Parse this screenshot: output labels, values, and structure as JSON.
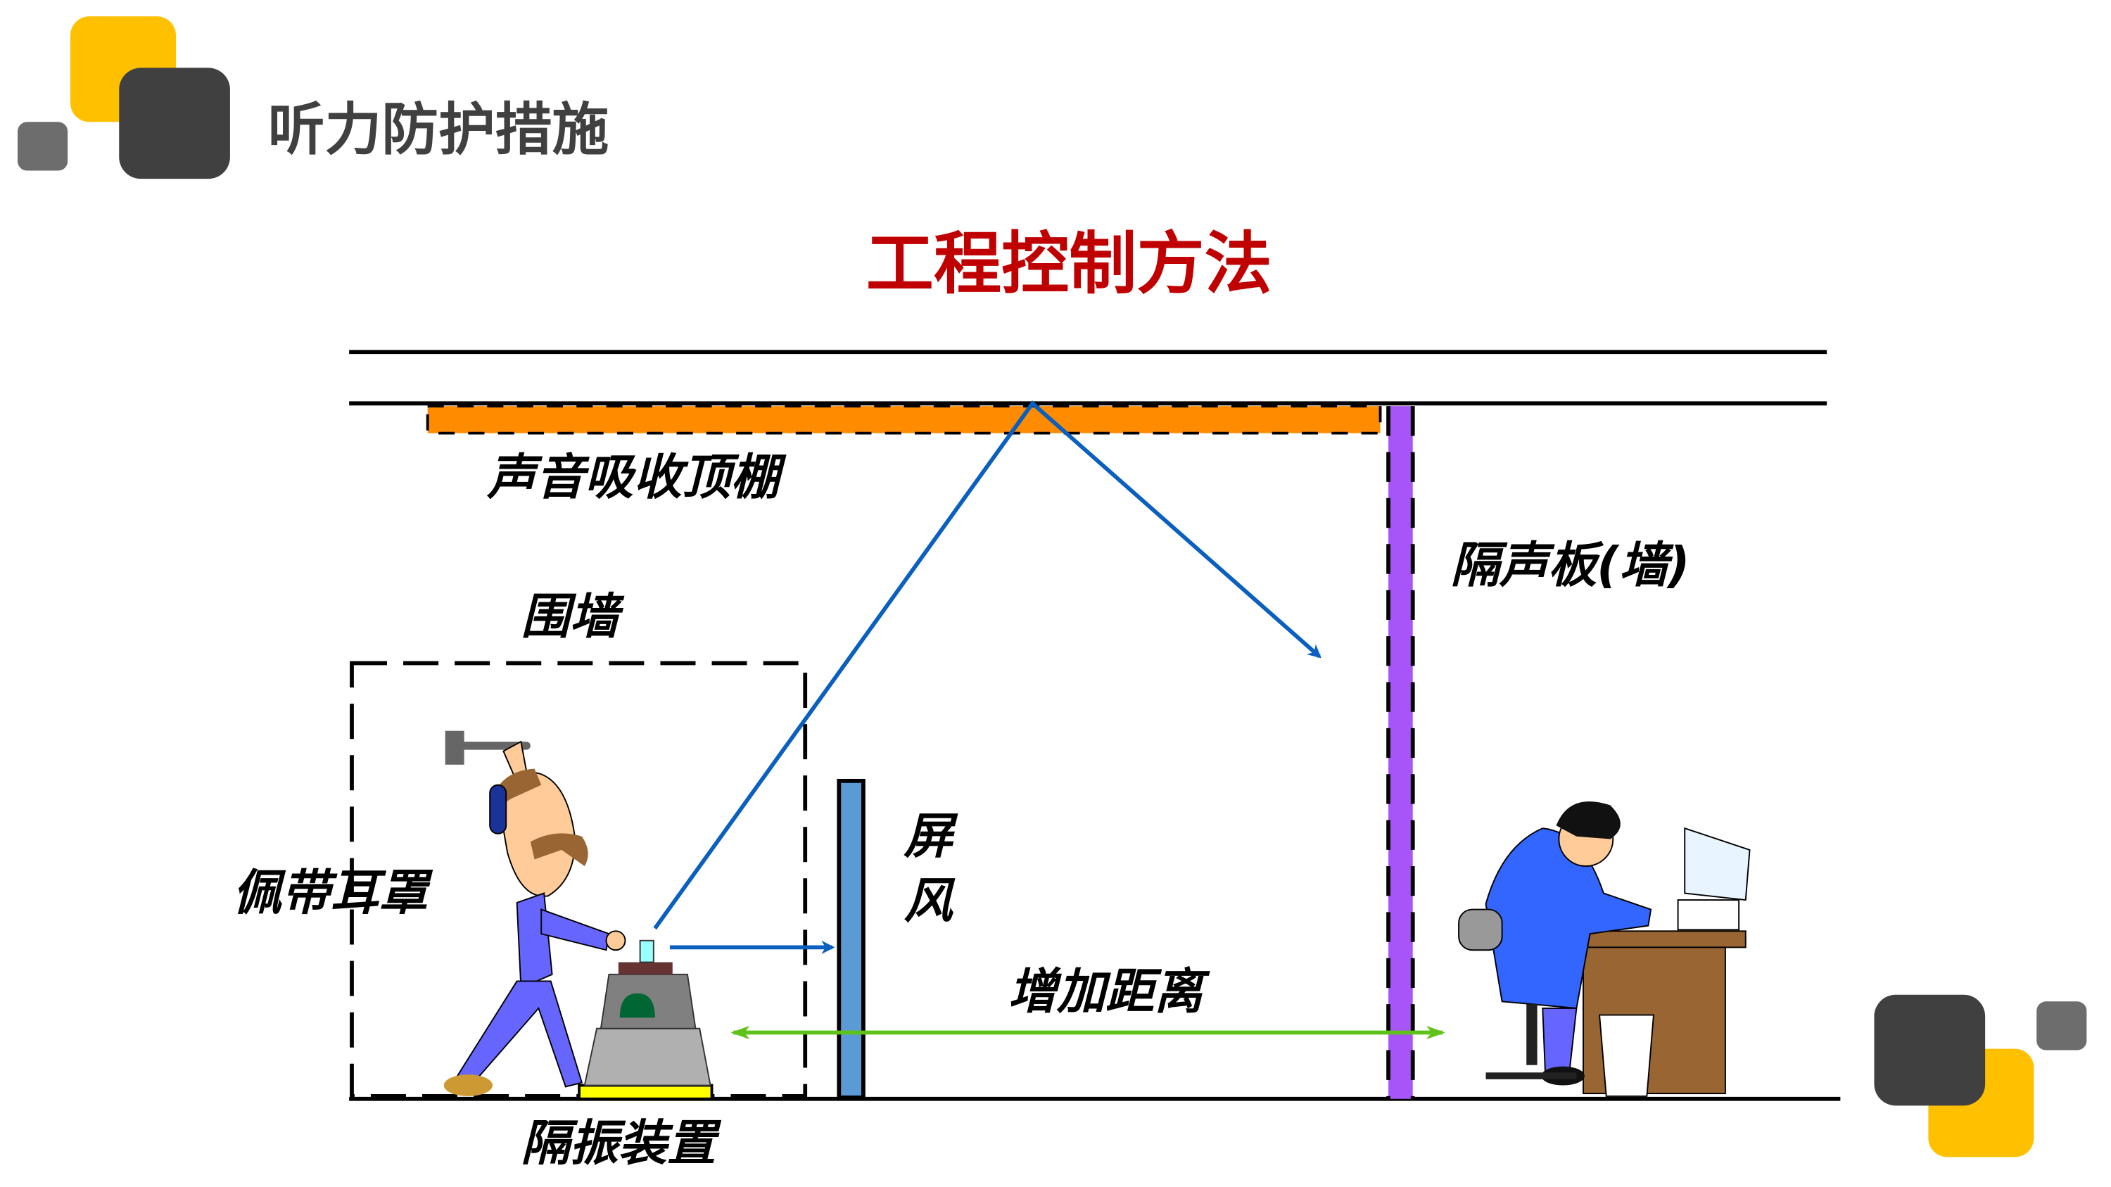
{
  "header": {
    "title": "听力防护措施"
  },
  "diagram": {
    "heading": "工程控制方法",
    "labels": {
      "ceiling": "声音吸收顶棚",
      "partition": "隔声板(墙)",
      "enclosure": "围墙",
      "earmuffs": "佩带耳罩",
      "screen_1": "屏",
      "screen_2": "风",
      "distance": "增加距离",
      "isolation": "隔振装置"
    }
  },
  "colors": {
    "heading": "#c00000",
    "title": "#404040",
    "accent_yellow": "#ffc000",
    "accent_dark": "#404040",
    "accent_gray": "#6d6d6d",
    "ceiling": "#ff8c00",
    "partition": "#a855f7",
    "screen": "#5b9bd5",
    "sound_path": "#0a5fbf",
    "distance_arrow": "#5ec21a"
  }
}
